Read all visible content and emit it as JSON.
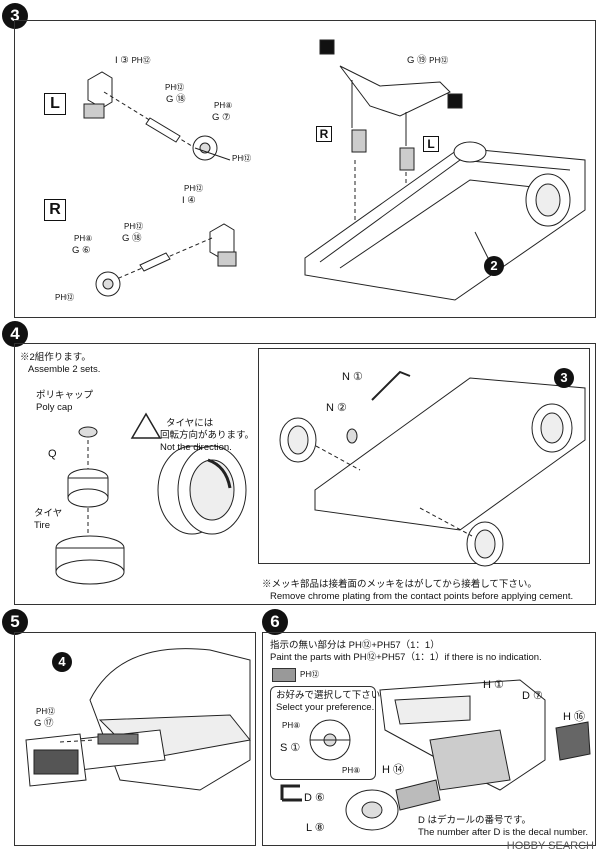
{
  "steps": [
    "3",
    "4",
    "5",
    "6"
  ],
  "step3": {
    "left": {
      "box": "L",
      "i_part": "I ③",
      "i_paint": "PH⑫",
      "g18_paint": "PH⑫",
      "g18": "G ⑱",
      "g7_paint": "PH⑧",
      "g7": "G ⑦",
      "bolt_paint": "PH⑫"
    },
    "right": {
      "box": "R",
      "i_paint": "PH⑫",
      "i_part": "I ④",
      "g18_paint": "PH⑫",
      "g18": "G ⑱",
      "g6_paint": "PH⑧",
      "g6": "G ⑥",
      "bolt_paint": "PH⑫"
    },
    "frame": {
      "g19": "G ⑲",
      "g19_paint": "PH⑫",
      "r_box": "R",
      "l_box": "L",
      "ref_step": "2"
    }
  },
  "step4": {
    "note_jp": "※2組作ります。",
    "note_en": "Assemble 2 sets.",
    "polycap_jp": "ポリキャップ",
    "polycap_en": "Poly cap",
    "q_label": "Q",
    "tire_jp": "タイヤ",
    "tire_en": "Tire",
    "dir_jp1": "タイヤには",
    "dir_jp2": "回転方向があります。",
    "dir_en": "Not the direction.",
    "n1": "N ①",
    "n2": "N ②",
    "ref_step": "3",
    "chrome_jp": "※メッキ部品は接着面のメッキをはがしてから接着して下さい。",
    "chrome_en": "Remove chrome plating from the contact points before applying cement."
  },
  "step5": {
    "ref_step": "4",
    "g17_paint": "PH⑫",
    "g17": "G ⑰"
  },
  "step6": {
    "paint_jp": "指示の無い部分は PH⑫+PH57（1：1）",
    "paint_en": "Paint the parts with PH⑫+PH57（1：1）if there is no indication.",
    "swatch_label": "PH⑫",
    "pref_jp": "お好みで選択して下さい。",
    "pref_en": "Select your preference.",
    "s_paint": "PH⑧",
    "s_part": "S ①",
    "s_paint2": "PH⑧",
    "h1": "H ①",
    "d7": "D ⑦",
    "h16": "H ⑯",
    "h14": "H ⑭",
    "d6": "D ⑥",
    "l8": "L ⑧",
    "decal_jp": "D はデカールの番号です。",
    "decal_en": "The number after D is the decal number."
  },
  "watermark": "HOBBY SEARCH"
}
